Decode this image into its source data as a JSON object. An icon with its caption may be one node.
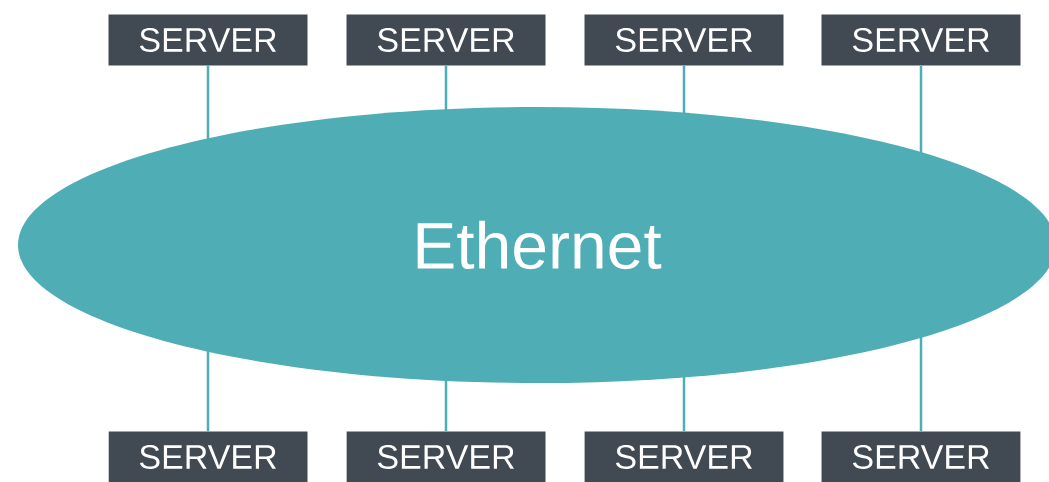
{
  "diagram": {
    "nodes": [
      {
        "text": [
          "Ethernet"
        ]
      },
      {
        "text": [
          "SERVER"
        ]
      },
      {
        "text": [
          "SERVER"
        ]
      },
      {
        "text": [
          "SERVER"
        ]
      },
      {
        "text": [
          "SERVER"
        ]
      },
      {
        "text": [
          "SERVER"
        ]
      },
      {
        "text": [
          "SERVER"
        ]
      },
      {
        "text": [
          "SERVER"
        ]
      },
      {
        "text": [
          "SERVER"
        ]
      }
    ],
    "edges": [
      {
        "from": 1,
        "to": 0,
        "arrow": "none"
      },
      {
        "from": 2,
        "to": 0,
        "arrow": "none"
      },
      {
        "from": 3,
        "to": 0,
        "arrow": "none"
      },
      {
        "from": 4,
        "to": 0,
        "arrow": "none"
      },
      {
        "from": 5,
        "to": 0,
        "arrow": "none"
      },
      {
        "from": 6,
        "to": 0,
        "arrow": "none"
      },
      {
        "from": 7,
        "to": 0,
        "arrow": "none"
      },
      {
        "from": 8,
        "to": 0,
        "arrow": "none"
      }
    ]
  }
}
